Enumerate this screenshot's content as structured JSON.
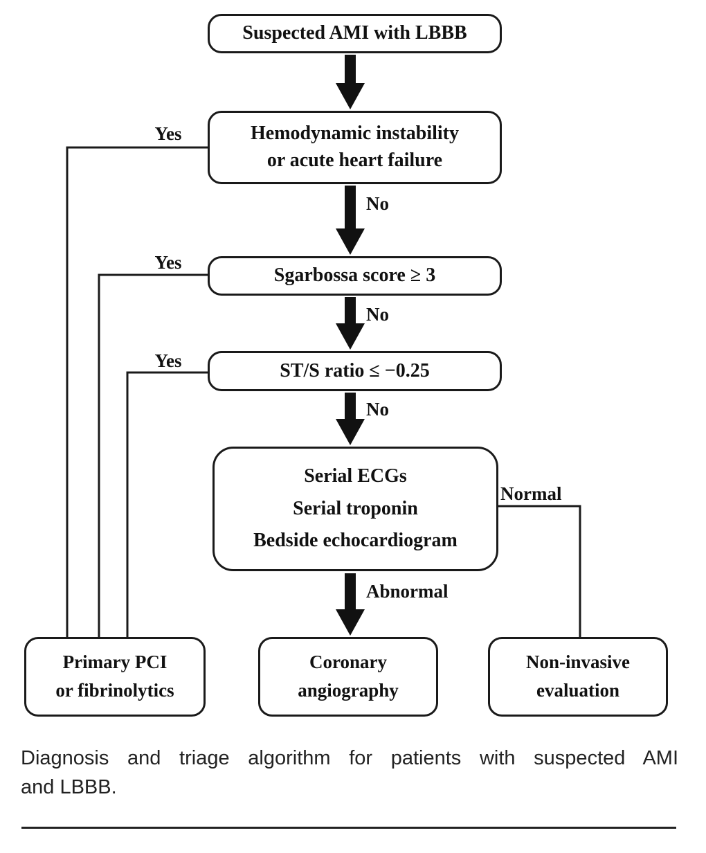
{
  "figure": {
    "type": "flowchart",
    "title_caption": {
      "line1": "Diagnosis and triage algorithm for patients with suspected AMI",
      "line2": "and LBBB."
    },
    "colors": {
      "background": "#ffffff",
      "line": "#1a1a1a",
      "box_border": "#1a1a1a",
      "text": "#111111"
    },
    "nodes": {
      "suspected": {
        "lines": [
          "Suspected AMI with LBBB"
        ]
      },
      "hemodynamic": {
        "lines": [
          "Hemodynamic instability",
          "or acute heart failure"
        ]
      },
      "sgarbossa": {
        "lines": [
          "Sgarbossa score ≥ 3"
        ]
      },
      "st_ratio": {
        "lines": [
          "ST/S ratio ≤ −0.25"
        ]
      },
      "serial_workup": {
        "lines": [
          "Serial ECGs",
          "Serial troponin",
          "Bedside echocardiogram"
        ]
      },
      "primary_pci": {
        "lines": [
          "Primary PCI",
          "or fibrinolytics"
        ]
      },
      "coronary_angiography": {
        "lines": [
          "Coronary",
          "angiography"
        ]
      },
      "noninvasive": {
        "lines": [
          "Non-invasive",
          "evaluation"
        ]
      }
    },
    "edge_labels": {
      "yes1": "Yes",
      "yes2": "Yes",
      "yes3": "Yes",
      "no1": "No",
      "no2": "No",
      "no3": "No",
      "abnormal": "Abnormal",
      "normal": "Normal"
    }
  }
}
